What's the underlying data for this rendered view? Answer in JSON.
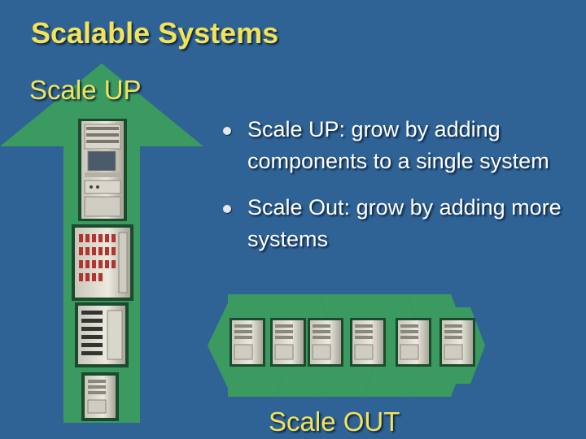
{
  "slide": {
    "title": "Scalable Systems",
    "subtitle": "Scale UP",
    "bullets": [
      "Scale UP:  grow by adding components to a single system",
      "Scale Out: grow by adding more systems"
    ],
    "scale_out_label": "Scale OUT"
  },
  "colors": {
    "background": "#2f6395",
    "heading": "#f2e35a",
    "body_text": "#ffffff",
    "arrow": "#3a9a60"
  },
  "icons": {
    "scale_up_stack": [
      "rack-server-icon",
      "storage-cabinet-icon",
      "tape-library-icon",
      "tower-server-icon"
    ],
    "scale_out_row": [
      "tower-server-icon",
      "tower-server-icon",
      "tower-server-icon",
      "tower-server-icon",
      "tower-server-icon",
      "tower-server-icon"
    ]
  }
}
